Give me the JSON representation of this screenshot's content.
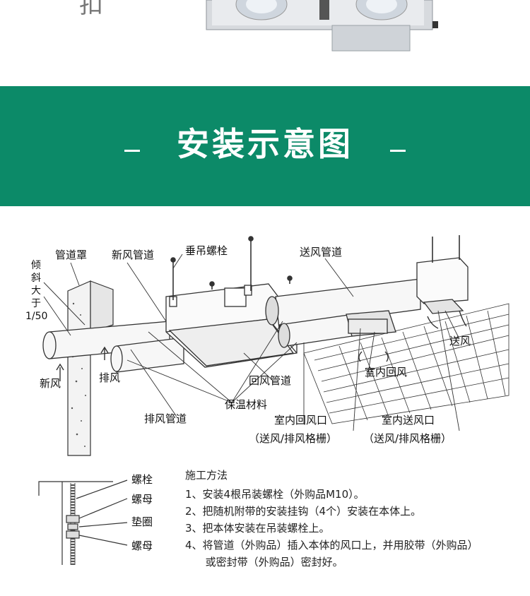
{
  "top_photo": {
    "partial_text": "扣"
  },
  "banner": {
    "title": "安装示意图",
    "dash_left": "–",
    "dash_right": "–"
  },
  "labels": {
    "pipe_cover": "管道罩",
    "fresh_air_duct": "新风管道",
    "hanging_bolt": "垂吊螺栓",
    "supply_duct": "送风管道",
    "slope": [
      "倾",
      "斜",
      "大",
      "于",
      "1/50"
    ],
    "supply_air": "送风",
    "fresh_air": "新风",
    "exhaust_air": "排风",
    "return_duct": "回风管道",
    "indoor_return_air": "室内回风",
    "insulation": "保温材料",
    "exhaust_duct": "排风管道",
    "indoor_return_outlet": "室内回风口",
    "indoor_return_outlet_sub": "（送风/排风格栅）",
    "indoor_supply_outlet": "室内送风口",
    "indoor_supply_outlet_sub": "（送风/排风格栅）"
  },
  "bolt_detail": {
    "bolt": "螺栓",
    "nut_top": "螺母",
    "washer": "垫圈",
    "nut_bottom": "螺母"
  },
  "method": {
    "title": "施工方法",
    "steps": [
      "1、安装4根吊装螺栓（外购品M10）。",
      "2、把随机附带的安装挂钩（4个）安装在本体上。",
      "3、把本体安装在吊装螺栓上。",
      "4、将管道（外购品）插入本体的风口上，并用胶带（外购品）",
      "      或密封带（外购品）密封好。"
    ]
  },
  "colors": {
    "banner": "#0c8a68",
    "banner_text": "#ffffff"
  }
}
